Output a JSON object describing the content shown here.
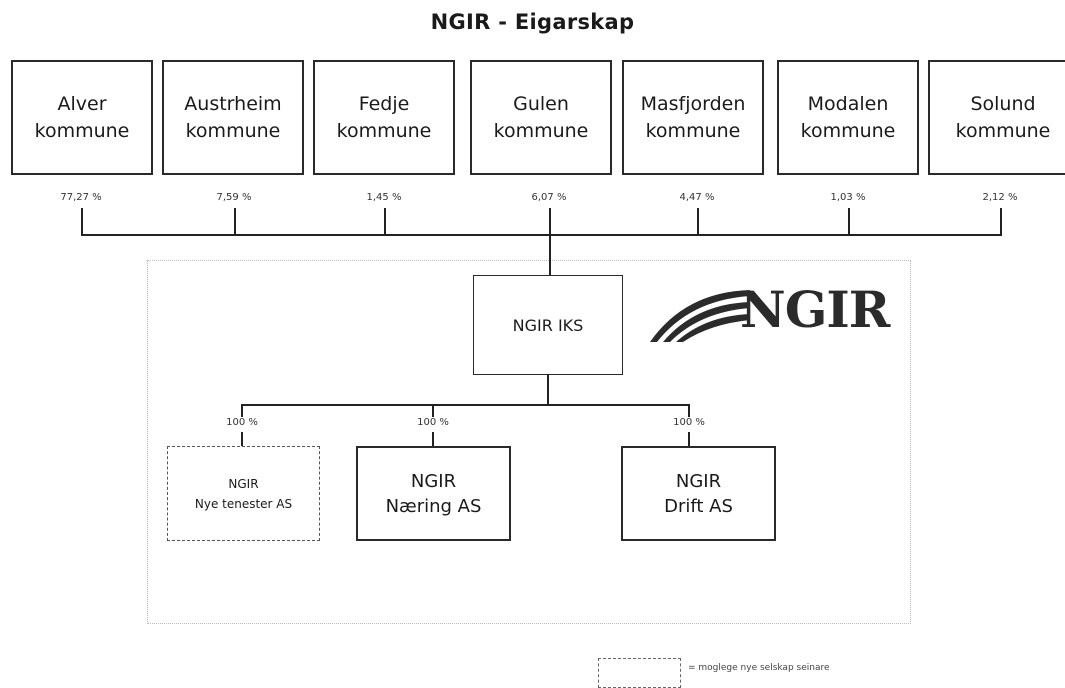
{
  "title": "NGIR - Eigarskap",
  "owners": [
    {
      "name": "Alver\nkommune",
      "share": "77,27 %"
    },
    {
      "name": "Austrheim\nkommune",
      "share": "7,59 %"
    },
    {
      "name": "Fedje\nkommune",
      "share": "1,45 %"
    },
    {
      "name": "Gulen\nkommune",
      "share": "6,07 %"
    },
    {
      "name": "Masfjorden\nkommune",
      "share": "4,47 %"
    },
    {
      "name": "Modalen\nkommune",
      "share": "1,03 %"
    },
    {
      "name": "Solund\nkommune",
      "share": "2,12 %"
    }
  ],
  "parent": {
    "name": "NGIR IKS"
  },
  "logo": {
    "text": "NGIR",
    "color": "#2b2b2b"
  },
  "subsidiaries": [
    {
      "name": "NGIR\nNye tenester AS",
      "share": "100 %",
      "style": "dashed"
    },
    {
      "name": "NGIR\nNæring AS",
      "share": "100 %",
      "style": "solid"
    },
    {
      "name": "NGIR\nDrift AS",
      "share": "100 %",
      "style": "solid"
    }
  ],
  "legend": {
    "text": "= moglege nye selskap seinare"
  }
}
